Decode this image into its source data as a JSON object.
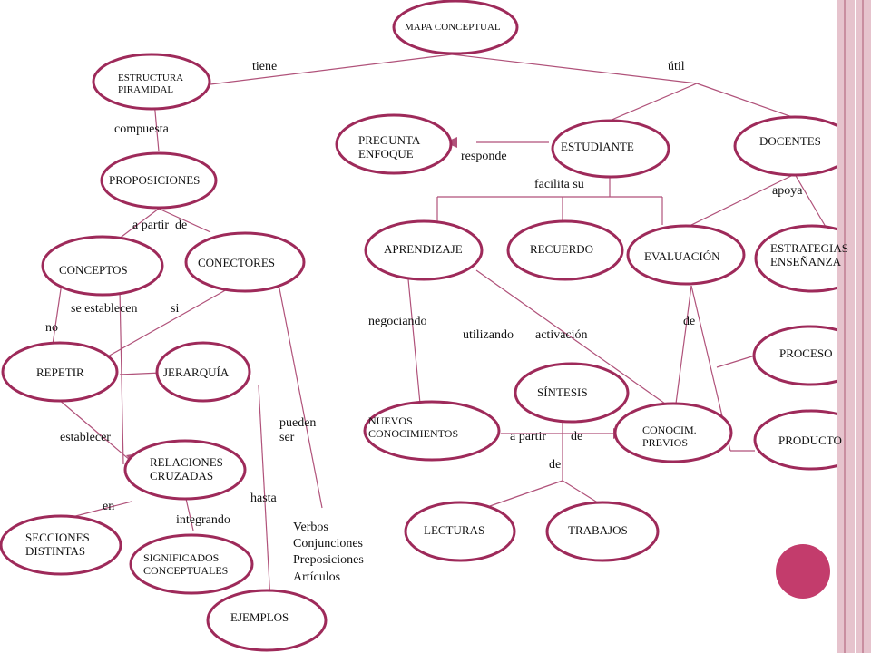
{
  "colors": {
    "node_border": "#9e2a5a",
    "line": "#b0527a",
    "side_band": "#e6c3cd",
    "side_band_dark": "#c98ea0",
    "deco_circle": "#c33c6c"
  },
  "nodes": {
    "mapa": "MAPA CONCEPTUAL",
    "estructura": "ESTRUCTURA\nPIRAMIDAL",
    "proposiciones": "PROPOSICIONES",
    "conceptos": "CONCEPTOS",
    "conectores": "CONECTORES",
    "repetir": "REPETIR",
    "jerarquia": "JERARQUÍA",
    "relaciones": "RELACIONES\nCRUZADAS",
    "secciones": "SECCIONES\nDISTINTAS",
    "significados": "SIGNIFICADOS\nCONCEPTUALES",
    "ejemplos": "EJEMPLOS",
    "pregunta": "PREGUNTA\nENFOQUE",
    "estudiante": "ESTUDIANTE",
    "docentes": "DOCENTES",
    "aprendizaje": "APRENDIZAJE",
    "recuerdo": "RECUERDO",
    "evaluacion": "EVALUACIÓN",
    "estrategias": "ESTRATEGIAS\nENSEÑANZA",
    "proceso": "PROCESO",
    "producto": "PRODUCTO",
    "sintesis": "SÍNTESIS",
    "nuevos": "NUEVOS\nCONOCIMIENTOS",
    "conocim": "CONOCIM.\nPREVIOS",
    "lecturas": "LECTURAS",
    "trabajos": "TRABAJOS"
  },
  "links": {
    "tiene": "tiene",
    "util": "útil",
    "compuesta": "compuesta",
    "a_partir_de_1": "a partir  de",
    "se_establecen": "se establecen",
    "si": "si",
    "no": "no",
    "establecer": "establecer",
    "en": "en",
    "integrando": "integrando",
    "hasta": "hasta",
    "pueden_ser": "pueden\nser",
    "verbos": "Verbos\nConjunciones\nPreposiciones\nArtículos",
    "responde": "responde",
    "facilita_su": "facilita su",
    "apoya": "apoya",
    "negociando": "negociando",
    "utilizando": "utilizando",
    "activacion": "activación",
    "de_eval": "de",
    "a_partir": "a partir",
    "de_1": "de",
    "de_2": "de"
  }
}
